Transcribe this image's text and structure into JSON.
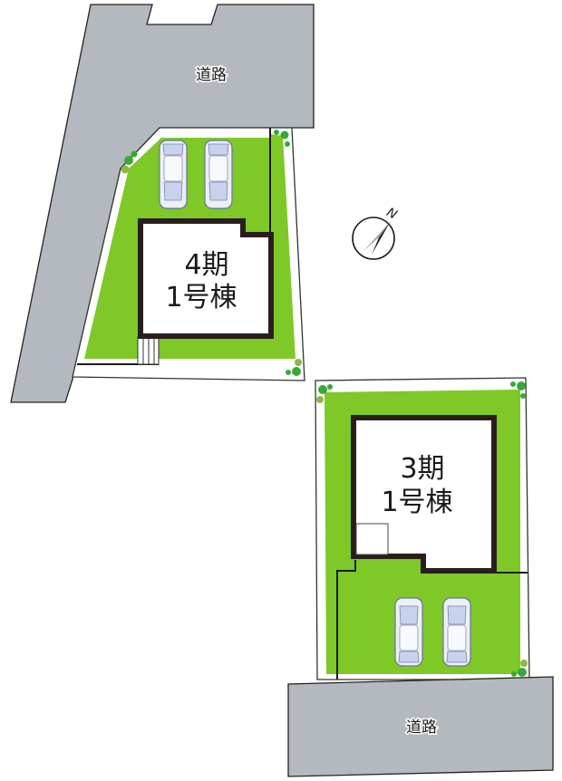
{
  "diagram": {
    "type": "site-plan",
    "roads": [
      {
        "id": "road-north",
        "label": "道路"
      },
      {
        "id": "road-south",
        "label": "道路"
      }
    ],
    "buildings": [
      {
        "id": "phase4-house1",
        "line1": "4期",
        "line2": "1号棟",
        "parking_spaces": 2
      },
      {
        "id": "phase3-house1",
        "line1": "3期",
        "line2": "1号棟",
        "parking_spaces": 2
      }
    ],
    "compass": {
      "label": "N",
      "icon": "north-arrow-icon"
    },
    "colors": {
      "road": "#b4b9bf",
      "lawn": "#7ec828",
      "house_outline": "#2a1e1c",
      "shrub": "#3aa838"
    }
  }
}
